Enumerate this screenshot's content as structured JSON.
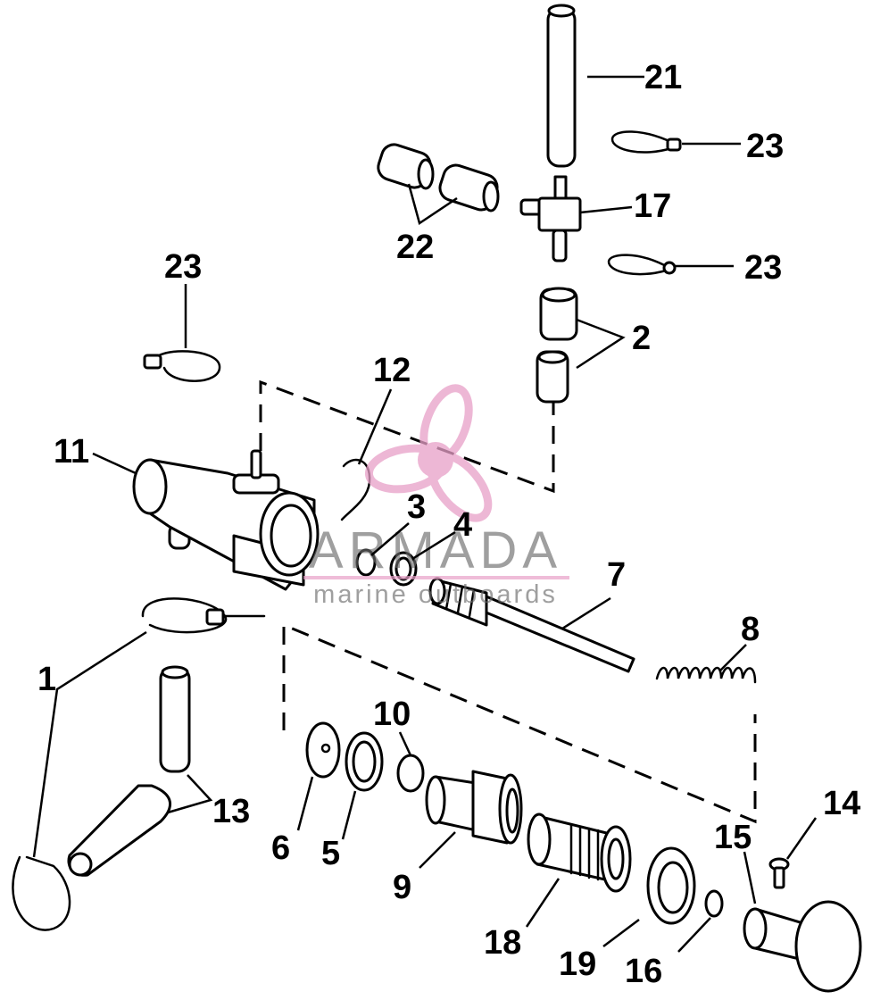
{
  "callouts": {
    "c1": "1",
    "c2": "2",
    "c3": "3",
    "c4": "4",
    "c5": "5",
    "c6": "6",
    "c7": "7",
    "c8": "8",
    "c9": "9",
    "c10": "10",
    "c11": "11",
    "c12": "12",
    "c13": "13",
    "c14": "14",
    "c15": "15",
    "c16": "16",
    "c17": "17",
    "c18": "18",
    "c19": "19",
    "c21": "21",
    "c22": "22",
    "c23a": "23",
    "c23b": "23",
    "c23c": "23"
  },
  "watermark": {
    "name": "ARMADA",
    "tagline": "marine outboards",
    "logo_color": "#e8a0c8"
  }
}
